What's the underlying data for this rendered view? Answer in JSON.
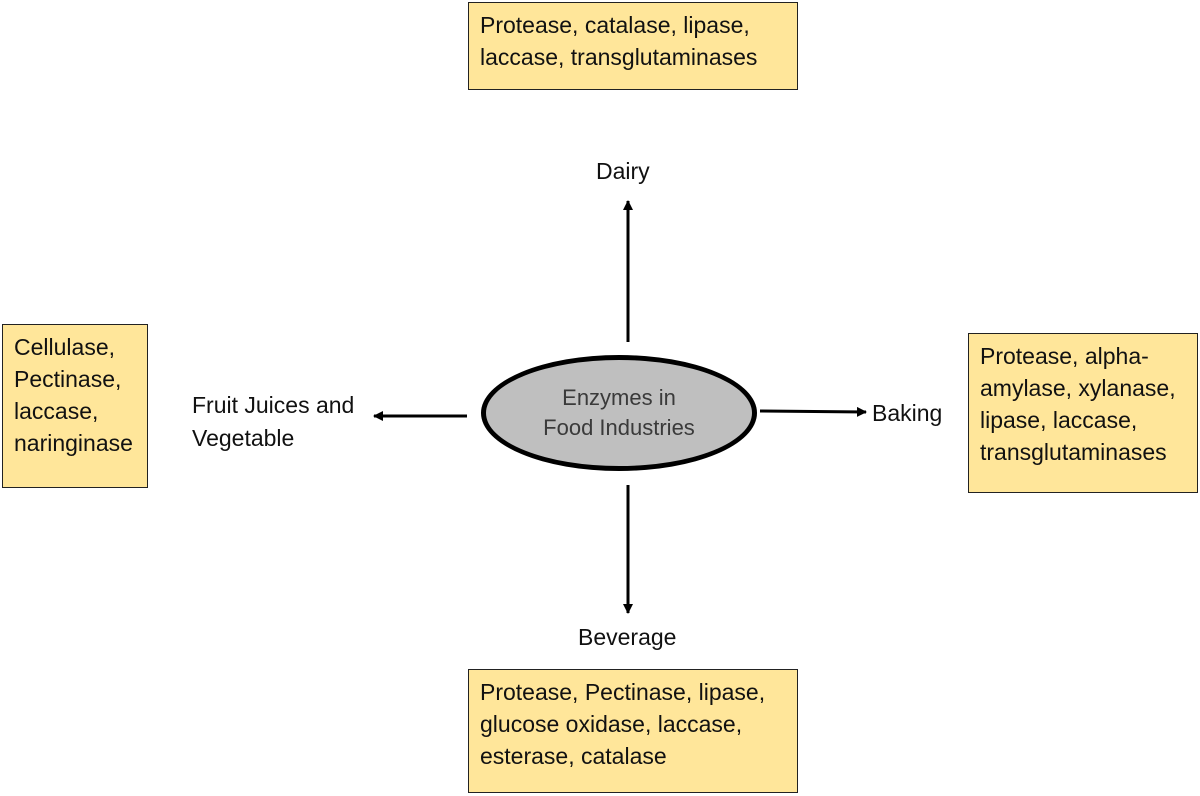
{
  "center": {
    "lines": [
      "Enzymes in",
      "Food Industries"
    ]
  },
  "branches": {
    "dairy": {
      "label_lines": [
        "Dairy"
      ],
      "enzymes_lines": [
        "Protease, catalase, lipase,",
        "laccase, transglutaminases"
      ]
    },
    "fruit": {
      "label_lines": [
        "Fruit Juices and",
        "Vegetable"
      ],
      "enzymes_lines": [
        "Cellulase,",
        "Pectinase,",
        "laccase,",
        "naringinase"
      ]
    },
    "baking": {
      "label_lines": [
        "Baking"
      ],
      "enzymes_lines": [
        "Protease, alpha-",
        "amylase,  xylanase,",
        "lipase, laccase,",
        "transglutaminases"
      ]
    },
    "beverage": {
      "label_lines": [
        "Beverage"
      ],
      "enzymes_lines": [
        "Protease, Pectinase, lipase,",
        "glucose oxidase, laccase,",
        "esterase, catalase"
      ]
    }
  },
  "colors": {
    "box_fill": "#ffe69a",
    "center_fill": "#bfbfbf",
    "line": "#000000"
  }
}
